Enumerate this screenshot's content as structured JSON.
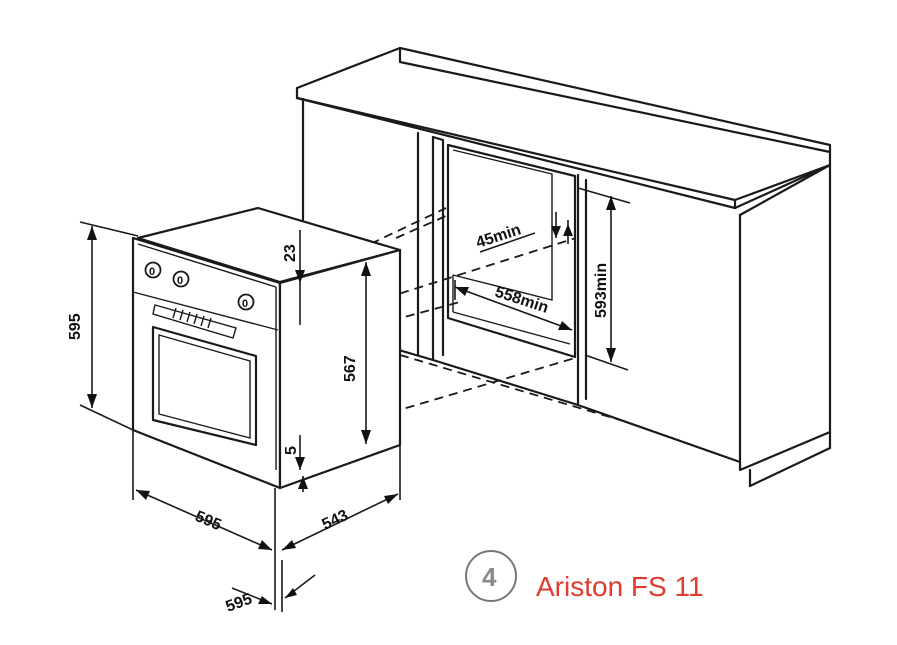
{
  "dimensions": {
    "oven_height": "595",
    "oven_width": "595",
    "oven_depth": "543",
    "bottom_width": "595",
    "top_gap": "23",
    "inner_height": "567",
    "bottom_gap": "5",
    "niche_back_gap": "45min",
    "niche_width": "558min",
    "niche_height": "593min"
  },
  "badge": {
    "number": "4"
  },
  "model": {
    "label": "Ariston FS 11",
    "color": "#e03b2e"
  }
}
